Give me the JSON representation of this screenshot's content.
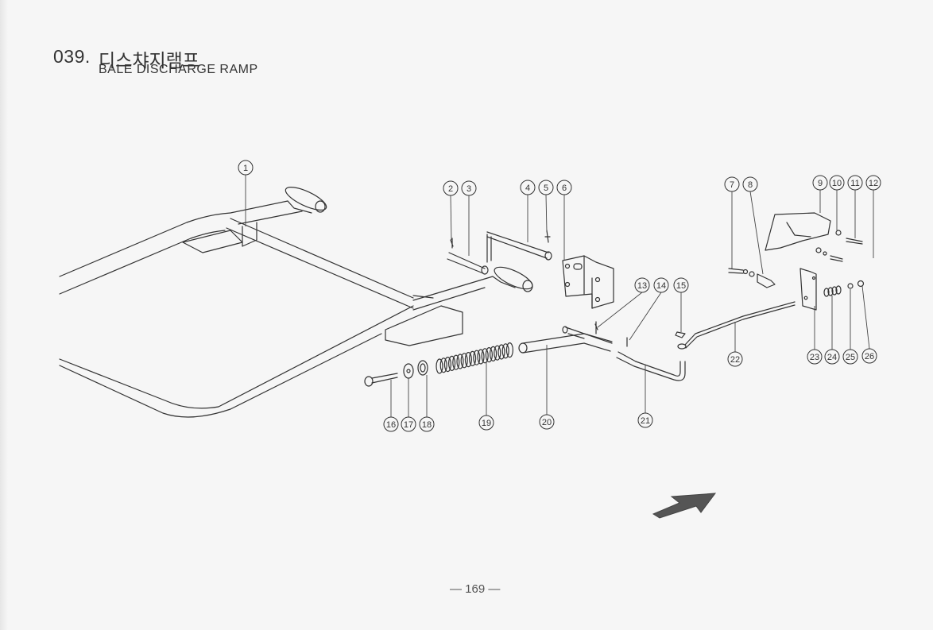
{
  "header": {
    "section_number": "039.",
    "title_korean": "디스챠지램프",
    "title_english": "BALE DISCHARGE RAMP"
  },
  "footer": {
    "page_number": "— 169 —"
  },
  "diagram": {
    "type": "exploded-parts-view",
    "parts": [
      {
        "no": "1",
        "desc": "ramp frame"
      },
      {
        "no": "2",
        "desc": "cotter pin"
      },
      {
        "no": "3",
        "desc": "pin"
      },
      {
        "no": "4",
        "desc": "L-pin"
      },
      {
        "no": "5",
        "desc": "cotter pin"
      },
      {
        "no": "6",
        "desc": "bracket"
      },
      {
        "no": "7",
        "desc": "bolt"
      },
      {
        "no": "8",
        "desc": "swivel joint"
      },
      {
        "no": "9",
        "desc": "cover"
      },
      {
        "no": "10",
        "desc": "nut"
      },
      {
        "no": "11",
        "desc": "bolt"
      },
      {
        "no": "12",
        "desc": "bolt"
      },
      {
        "no": "13",
        "desc": "cotter pin"
      },
      {
        "no": "14",
        "desc": "pin"
      },
      {
        "no": "15",
        "desc": "clip"
      },
      {
        "no": "16",
        "desc": "bolt"
      },
      {
        "no": "17",
        "desc": "washer"
      },
      {
        "no": "18",
        "desc": "washer"
      },
      {
        "no": "19",
        "desc": "spring"
      },
      {
        "no": "20",
        "desc": "shaft"
      },
      {
        "no": "21",
        "desc": "rod"
      },
      {
        "no": "22",
        "desc": "link rod"
      },
      {
        "no": "23",
        "desc": "plate"
      },
      {
        "no": "24",
        "desc": "spring"
      },
      {
        "no": "25",
        "desc": "washer"
      },
      {
        "no": "26",
        "desc": "nut"
      }
    ],
    "direction_arrow": "forward-direction"
  }
}
